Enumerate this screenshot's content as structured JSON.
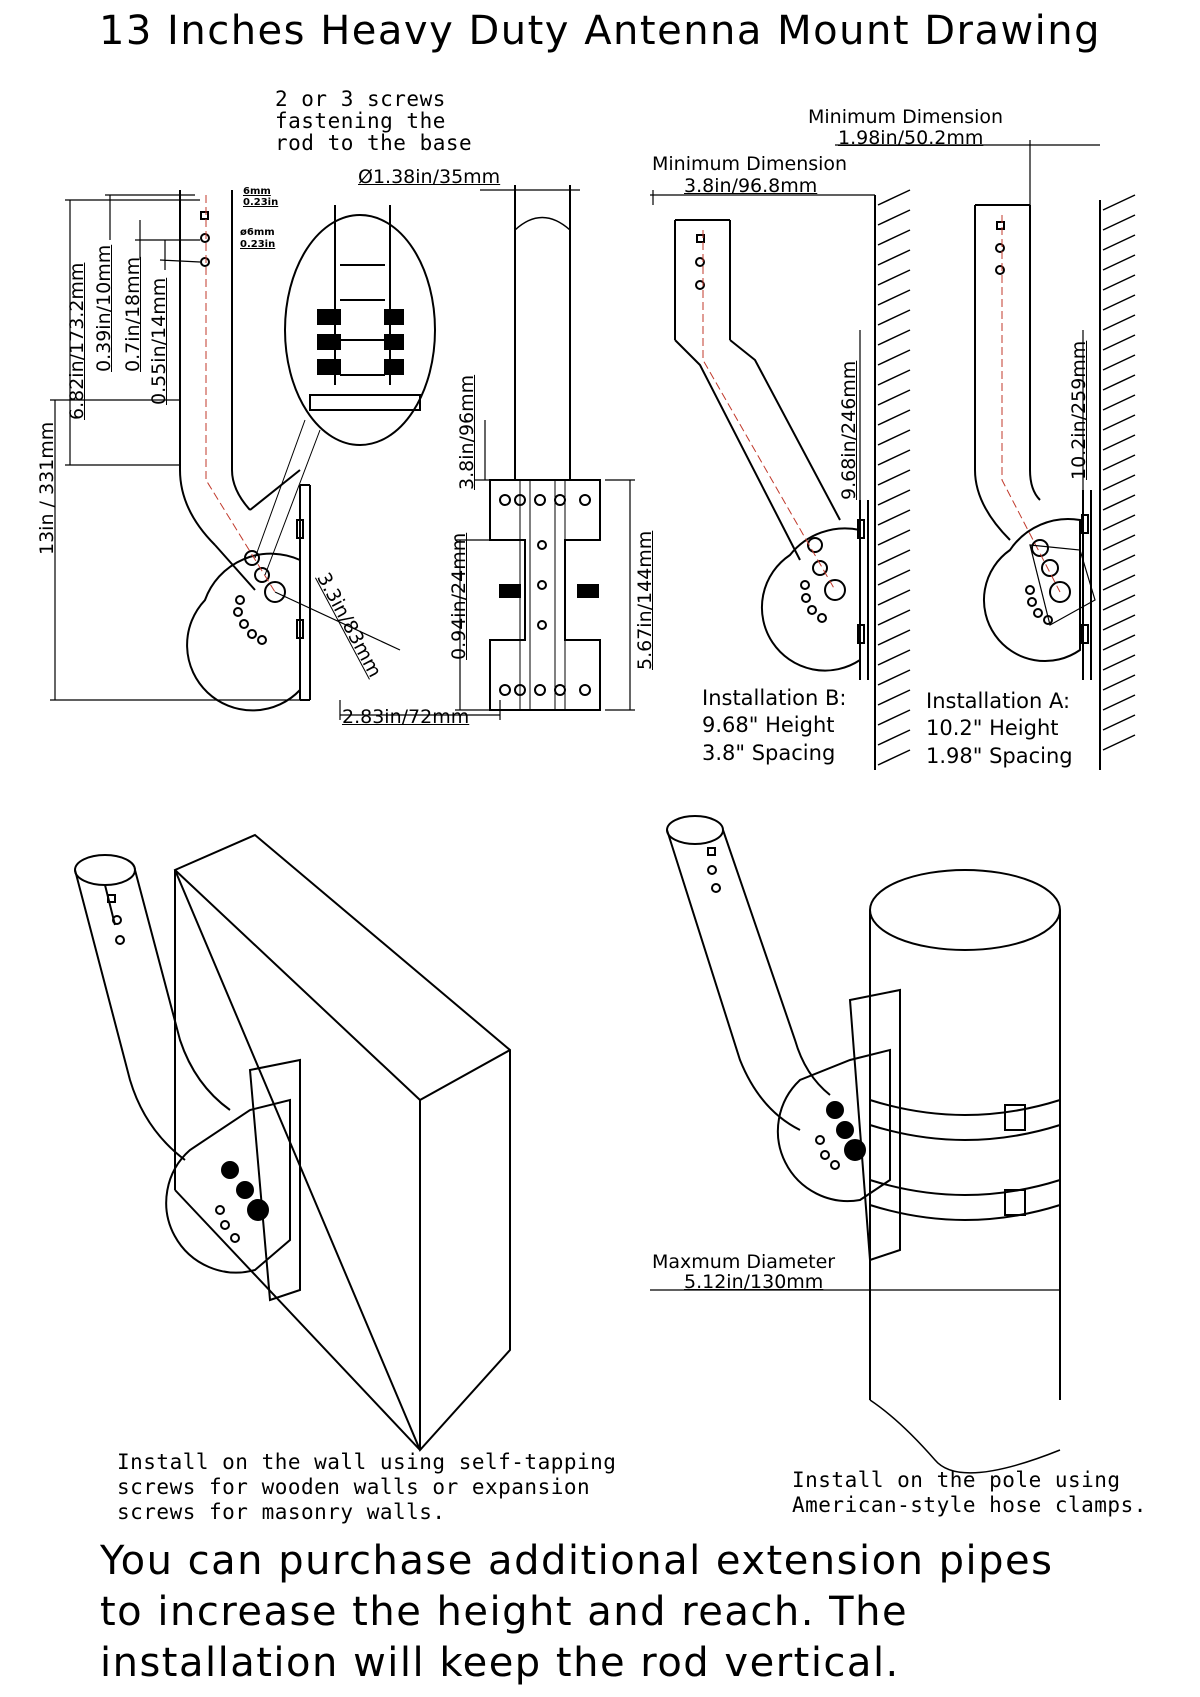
{
  "title": "13 Inches Heavy Duty Antenna Mount Drawing",
  "labels": {
    "screws_note": "2 or 3 screws\nfastening the\nrod to the base",
    "rod_diameter": "Ø1.38in/35mm",
    "hole_6mm_a": "6mm",
    "hole_6mm_a_in": "0.23in",
    "hole_6mm_b": "ø6mm",
    "hole_6mm_b_in": "0.23in",
    "dim_6_82": "6.82in/173.2mm",
    "dim_0_39": "0.39in/10mm",
    "dim_0_7": "0.7in/18mm",
    "dim_0_55": "0.55in/14mm",
    "dim_13": "13in / 331mm",
    "dim_3_3": "3.3in/83mm",
    "dim_3_8_96": "3.8in/96mm",
    "dim_0_94": "0.94in/24mm",
    "dim_5_67": "5.67in/144mm",
    "dim_2_83": "2.83in/72mm",
    "min_dim_b_label": "Minimum Dimension",
    "min_dim_b_value": "3.8in/96.8mm",
    "min_dim_a_label": "Minimum Dimension",
    "min_dim_a_value": "1.98in/50.2mm",
    "dim_9_68": "9.68in/246mm",
    "dim_10_2": "10.2in/259mm",
    "install_b": "Installation B:\n9.68\" Height\n3.8\" Spacing",
    "install_a": "Installation A:\n10.2\" Height\n1.98\" Spacing",
    "max_diam_label": "Maxmum Diameter",
    "max_diam_value": "5.12in/130mm",
    "wall_note": "Install on the wall using self-tapping\nscrews for wooden walls or expansion\nscrews for masonry walls.",
    "pole_note": "Install on the pole using\nAmerican-style hose clamps.",
    "footer": "You can purchase additional extension pipes\nto increase the height and reach. The\ninstallation will keep the rod vertical."
  }
}
